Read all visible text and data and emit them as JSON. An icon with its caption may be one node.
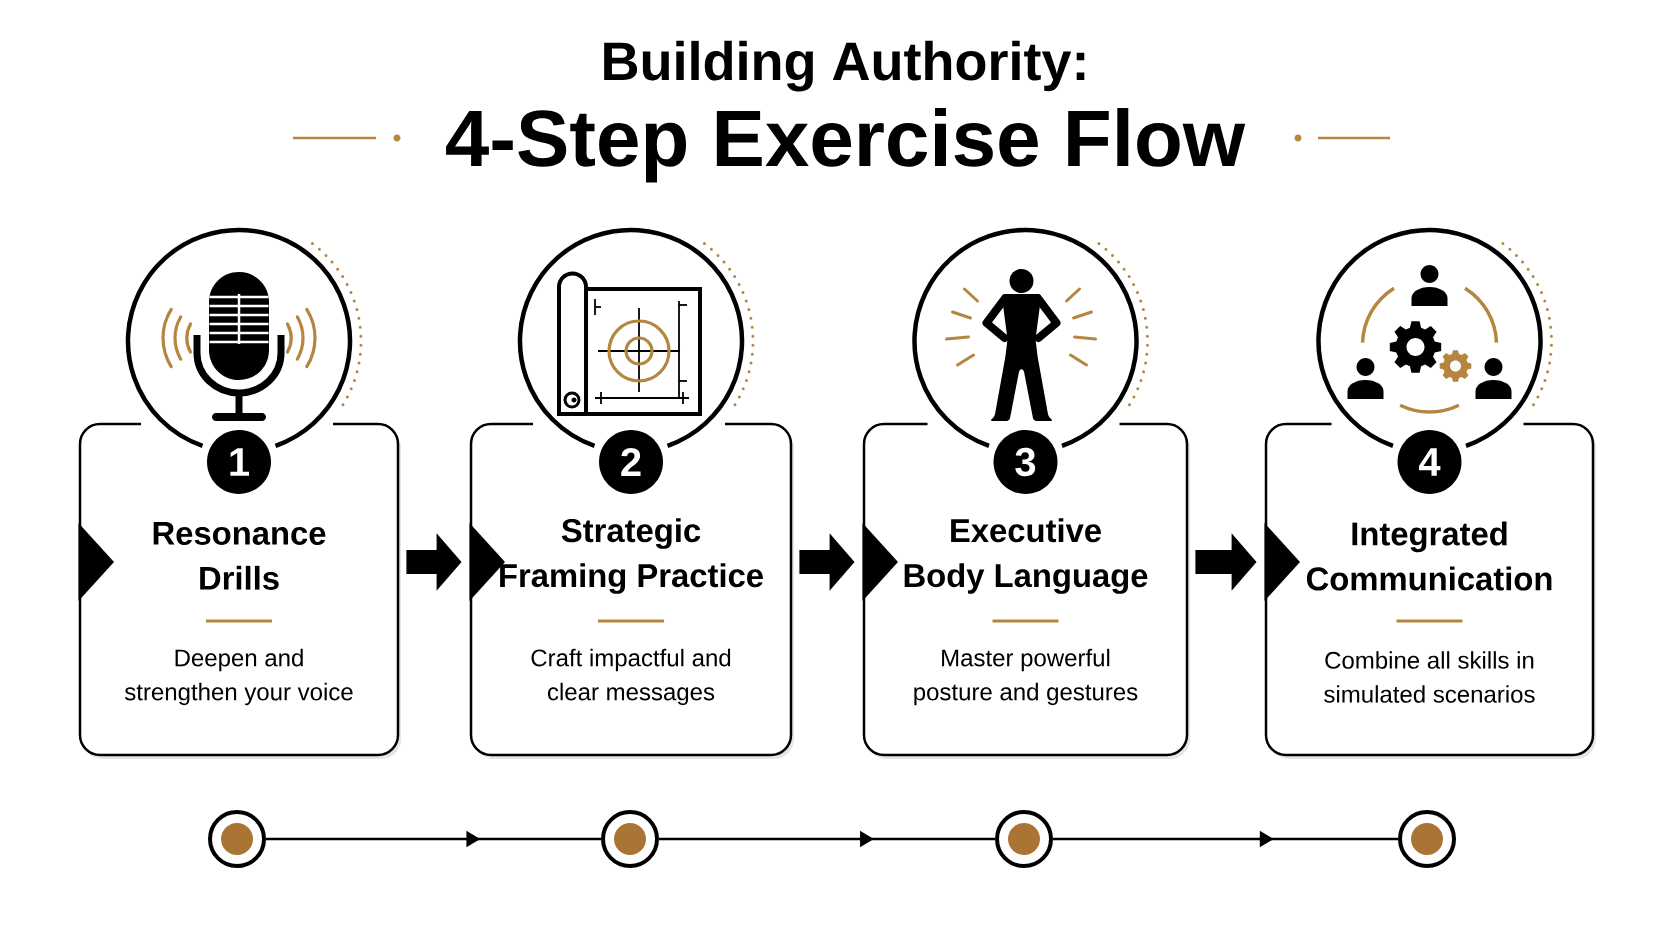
{
  "diagram": {
    "title": "Building Authority:",
    "nodes": [
      {
        "text": [
          "Resonance Drills",
          "Deepen and strengthen your voice"
        ]
      },
      {
        "text": [
          "1"
        ],
        "in": 0
      },
      {
        "text": [
          "Strategic Framing Practice",
          "Craft impactful and clear messages"
        ]
      },
      {
        "text": [
          "2"
        ],
        "in": 2
      },
      {
        "text": [
          "Executive Body Language",
          "Master powerful posture and gestures"
        ]
      },
      {
        "text": [
          "3"
        ],
        "in": 4
      },
      {
        "text": [
          "Integrated Communication",
          "Combine all skills in simulated scenarios"
        ]
      },
      {
        "text": [
          "4"
        ],
        "in": 6
      },
      {
        "text": [],
        "shape": "circle"
      },
      {
        "text": [],
        "shape": "circle"
      },
      {
        "text": [],
        "shape": "circle"
      },
      {
        "text": [],
        "shape": "circle"
      }
    ],
    "edges": [
      {
        "from": 0,
        "to": 2,
        "arrow": "to",
        "style": "thick"
      },
      {
        "from": 2,
        "to": 4,
        "arrow": "to",
        "style": "thick"
      },
      {
        "from": 4,
        "to": 6,
        "arrow": "to",
        "style": "thick"
      },
      {
        "from": 8,
        "to": 9,
        "arrow": "to"
      },
      {
        "from": 9,
        "to": 10,
        "arrow": "to"
      },
      {
        "from": 10,
        "to": 11,
        "arrow": "to"
      }
    ],
    "labels": [
      "4-Step Exercise Flow"
    ]
  }
}
